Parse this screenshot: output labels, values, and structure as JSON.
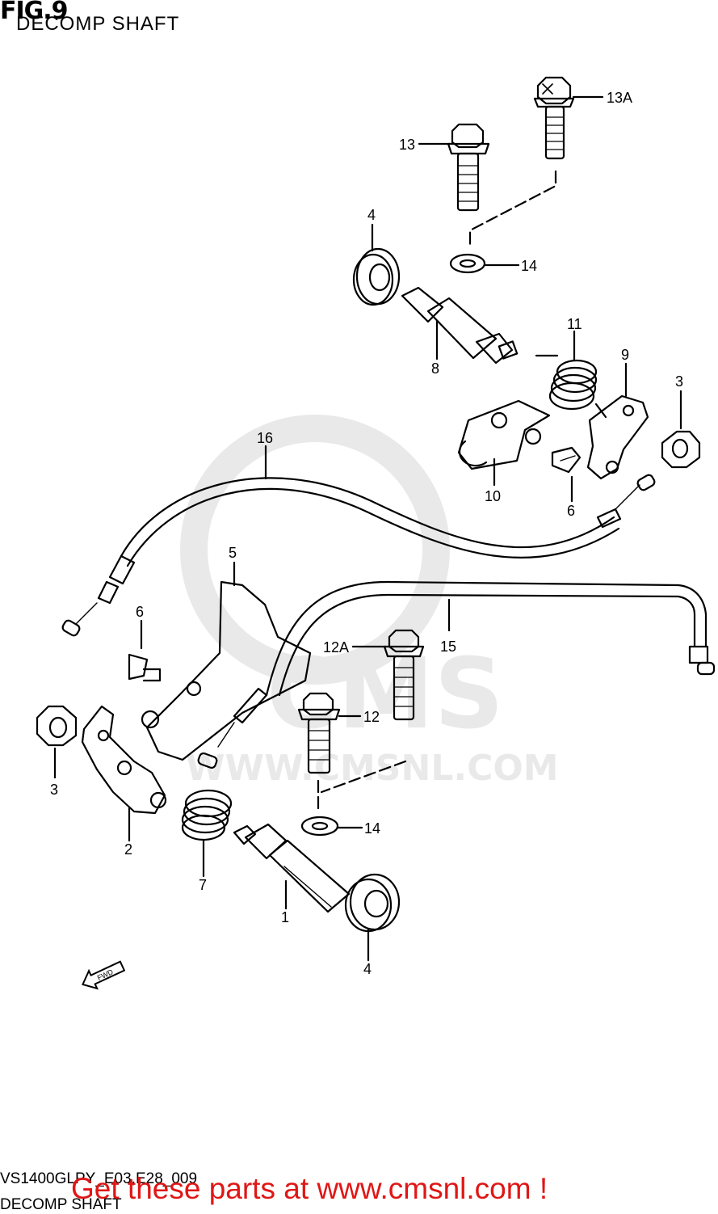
{
  "figure": {
    "title": "FIG.9",
    "subtitle": "DECOMP SHAFT"
  },
  "watermark": {
    "brand": "CMS",
    "url": "WWW.CMSNL.COM"
  },
  "callouts": {
    "c13a": "13A",
    "c13": "13",
    "c4_top": "4",
    "c14_top": "14",
    "c8": "8",
    "c11": "11",
    "c9": "9",
    "c3_right": "3",
    "c16": "16",
    "c10": "10",
    "c6_right": "6",
    "c5": "5",
    "c6_left": "6",
    "c12a": "12A",
    "c15": "15",
    "c12": "12",
    "c3_left": "3",
    "c2": "2",
    "c14_bottom": "14",
    "c7": "7",
    "c1": "1",
    "c4_bottom": "4"
  },
  "fwd_arrow_label": "FWD",
  "footer": {
    "code": "VS1400GLPY_E03,E28_009",
    "subtitle": "DECOMP SHAFT",
    "link": "Get these parts at www.cmsnl.com !"
  },
  "colors": {
    "link": "#e01616",
    "watermark": "#e9e9e9"
  }
}
